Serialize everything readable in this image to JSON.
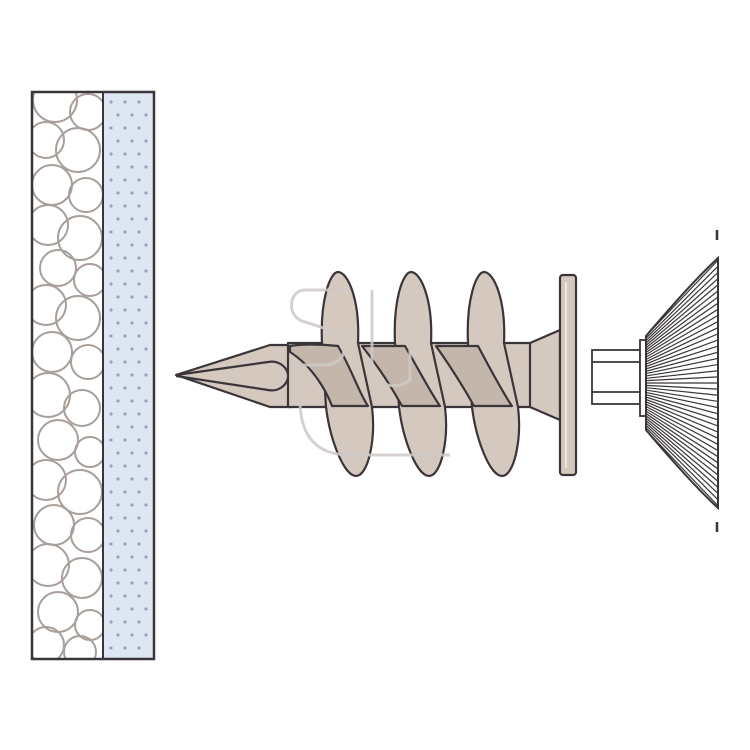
{
  "diagram": {
    "description_text": "",
    "colors": {
      "background": "#ffffff",
      "outline": "#3a3538",
      "plug_fill": "#d5c8be",
      "plug_shadow": "#a99c93",
      "insulation_fill": "#ffffff",
      "insulation_circle": "#a89f9a",
      "plaster_fill": "#dde6f1",
      "plaster_dot": "#9aa3b4",
      "watermark": "#cfcac7"
    },
    "parts": {
      "wall": "insulation-and-plaster-wall",
      "plug": "spiral-insulation-anchor",
      "bit": "hex-drive-bit",
      "tool": "drill-chuck"
    },
    "watermark_mark": "logo-watermark"
  }
}
